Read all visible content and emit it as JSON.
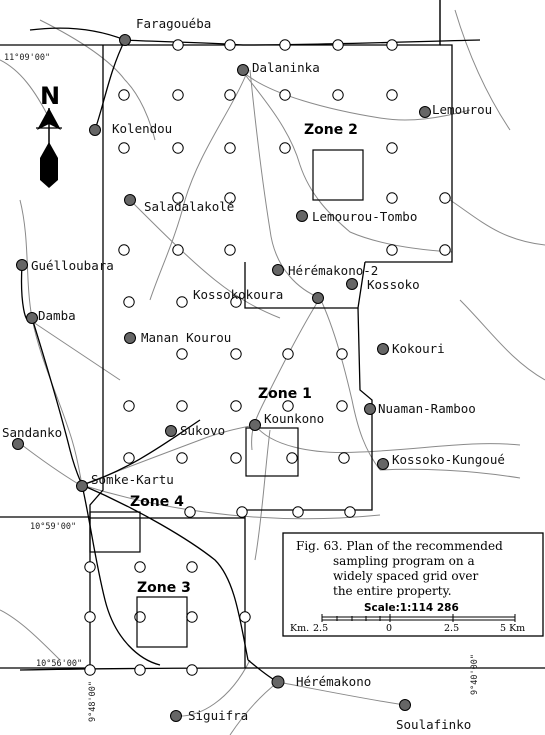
{
  "north_label": "N",
  "coordinates": {
    "lat_top": "11°09'00\"",
    "lat_mid": "10°59'00\"",
    "lat_bottom": "10°56'00\"",
    "lon_left": "9°48'00\"",
    "lon_right": "9°40'00\""
  },
  "places": [
    {
      "id": "faragoueba",
      "name": "Faragouéba"
    },
    {
      "id": "dalaninka",
      "name": "Dalaninka"
    },
    {
      "id": "lemourou",
      "name": "Lemourou"
    },
    {
      "id": "kolendou",
      "name": "Kolendou"
    },
    {
      "id": "saladalakole",
      "name": "Saladalakolé"
    },
    {
      "id": "lemourou-tombo",
      "name": "Lemourou-Tombo"
    },
    {
      "id": "guelloubara",
      "name": "Guélloubara"
    },
    {
      "id": "heremakono-2",
      "name": "Hérémakono-2"
    },
    {
      "id": "kossoko",
      "name": "Kossoko"
    },
    {
      "id": "kossokokoura",
      "name": "Kossokokoura"
    },
    {
      "id": "damba",
      "name": "Damba"
    },
    {
      "id": "manan-kourou",
      "name": "Manan Kourou"
    },
    {
      "id": "kokouri",
      "name": "Kokouri"
    },
    {
      "id": "nuaman-ramboo",
      "name": "Nuaman-Ramboo"
    },
    {
      "id": "sandanko",
      "name": "Sandanko"
    },
    {
      "id": "sukovo",
      "name": "Sukovo"
    },
    {
      "id": "kounkono",
      "name": "Kounkono"
    },
    {
      "id": "kossoko-kungoue",
      "name": "Kossoko-Kungoué"
    },
    {
      "id": "somke-kartu",
      "name": "Somke-Kartu"
    },
    {
      "id": "heremakono",
      "name": "Hérémakono"
    },
    {
      "id": "soulafinko",
      "name": "Soulafinko"
    },
    {
      "id": "siguifra",
      "name": "Siguifra"
    }
  ],
  "zones": [
    {
      "id": "zone-2",
      "label": "Zone 2"
    },
    {
      "id": "zone-1",
      "label": "Zone 1"
    },
    {
      "id": "zone-4",
      "label": "Zone 4"
    },
    {
      "id": "zone-3",
      "label": "Zone 3"
    }
  ],
  "caption": {
    "line1": "Fig. 63. Plan of the recommended",
    "line2": "sampling program on a",
    "line3": "widely spaced grid over",
    "line4": "the entire property."
  },
  "scale": {
    "title": "Scale:1:114 286",
    "unit_left": "Km.",
    "ticks": [
      "2.5",
      "0",
      "2.5",
      "5 Km"
    ]
  }
}
